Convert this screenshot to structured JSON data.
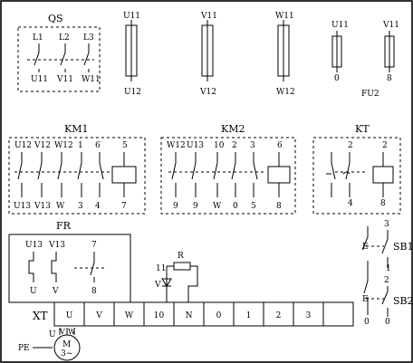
{
  "qs": {
    "title": "QS",
    "top": [
      "L1",
      "L2",
      "L3"
    ],
    "bottom": [
      "U11",
      "V11",
      "W11"
    ]
  },
  "fuses_main": {
    "top": [
      "U11",
      "V11",
      "W11"
    ],
    "bottom": [
      "U12",
      "V12",
      "W12"
    ]
  },
  "fu2": {
    "title": "FU2",
    "top": [
      "U11",
      "V11"
    ],
    "bottom": [
      "0",
      "8"
    ]
  },
  "km1": {
    "title": "KM1",
    "top": [
      "U12",
      "V12",
      "W12",
      "1",
      "6",
      "5"
    ],
    "bottom": [
      "U13",
      "V13",
      "W",
      "3",
      "4",
      "7"
    ]
  },
  "km2": {
    "title": "KM2",
    "top": [
      "W12",
      "U13",
      "10",
      "2",
      "3",
      "6"
    ],
    "bottom": [
      "9",
      "9",
      "W",
      "0",
      "5",
      "8"
    ]
  },
  "kt": {
    "title": "KT",
    "top": [
      "2",
      "2"
    ],
    "bottom": [
      "4",
      "8"
    ]
  },
  "fr": {
    "title": "FR",
    "top": [
      "U13",
      "V13",
      "7"
    ],
    "bottom": [
      "U",
      "V",
      "8"
    ]
  },
  "resistor": {
    "label": "R",
    "node": "11",
    "diode": "V"
  },
  "sb1": {
    "label": "SB1",
    "top": "3",
    "bottom": "1"
  },
  "sb2": {
    "label": "SB2",
    "top": "2",
    "bottom_left": "0",
    "bottom_right": "0"
  },
  "xt": {
    "label": "XT",
    "cells": [
      "U",
      "V",
      "W",
      "10",
      "N",
      "0",
      "1",
      "2",
      "3",
      ""
    ]
  },
  "motor": {
    "pe": "PE",
    "m": "M",
    "phase": "3~",
    "leads": [
      "U",
      "V",
      "W"
    ]
  }
}
